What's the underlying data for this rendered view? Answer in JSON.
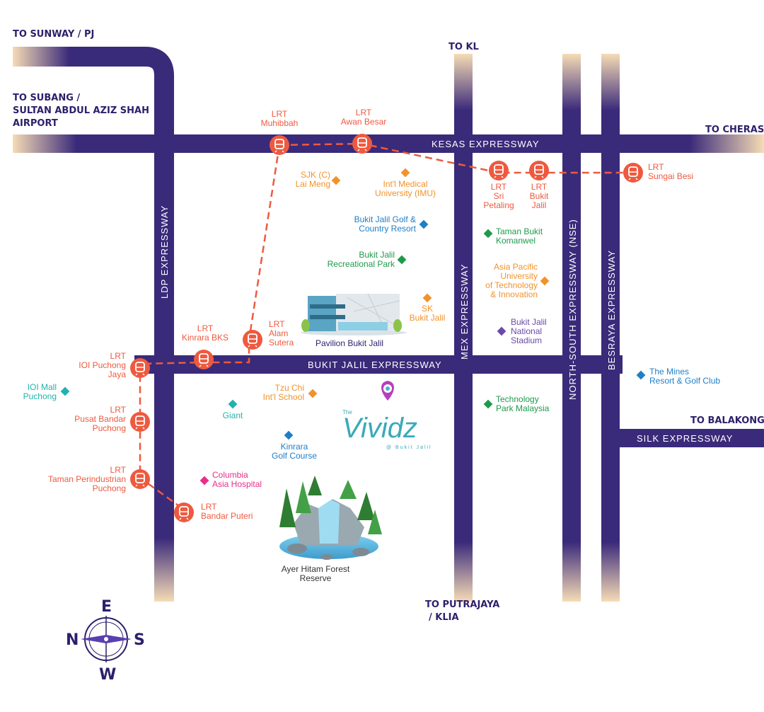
{
  "colors": {
    "road": "#3a2a7a",
    "road_fade": "#f6dcb6",
    "lrt": "#ee5a3f",
    "directions": "#2d1f6b",
    "poi_orange": "#f2922b",
    "poi_blue": "#1f7fc6",
    "poi_green": "#1e9a4b",
    "poi_purple": "#6a4aa8",
    "poi_teal": "#22b2ad",
    "poi_pink": "#e62f8a"
  },
  "directions": {
    "sunway": "TO SUNWAY / PJ",
    "subang_1": "TO SUBANG /",
    "subang_2": "SULTAN ABDUL AZIZ SHAH",
    "subang_3": "AIRPORT",
    "kl": "TO KL",
    "cheras": "TO CHERAS",
    "balakong": "TO BALAKONG",
    "putrajaya_1": "TO PUTRAJAYA",
    "putrajaya_2": "/ KLIA"
  },
  "roads": {
    "kesas": "KESAS EXPRESSWAY",
    "ldp": "LDP EXPRESSWAY",
    "bukit_jalil": "BUKIT JALIL EXPRESSWAY",
    "mex": "MEX EXPRESSWAY",
    "nse": "NORTH-SOUTH EXPRESSWAY (NSE)",
    "besraya": "BESRAYA EXPRESSWAY",
    "silk": "SILK EXPRESSWAY"
  },
  "lrt_stations": [
    {
      "lines": [
        "LRT",
        "Muhibbah"
      ]
    },
    {
      "lines": [
        "LRT",
        "Awan Besar"
      ]
    },
    {
      "lines": [
        "LRT",
        "Sri",
        "Petaling"
      ]
    },
    {
      "lines": [
        "LRT",
        "Bukit",
        "Jalil"
      ]
    },
    {
      "lines": [
        "LRT",
        "Sungai Besi"
      ]
    },
    {
      "lines": [
        "LRT",
        "Alam",
        "Sutera"
      ]
    },
    {
      "lines": [
        "LRT",
        "Kinrara BKS"
      ]
    },
    {
      "lines": [
        "LRT",
        "IOI Puchong",
        "Jaya"
      ]
    },
    {
      "lines": [
        "LRT",
        "Pusat Bandar",
        "Puchong"
      ]
    },
    {
      "lines": [
        "LRT",
        "Taman Perindustrian",
        "Puchong"
      ]
    },
    {
      "lines": [
        "LRT",
        "Bandar Puteri"
      ]
    }
  ],
  "pois": [
    {
      "lines": [
        "SJK (C)",
        "Lai Meng"
      ],
      "color": "#f2922b"
    },
    {
      "lines": [
        "Int'l Medical",
        "University (IMU)"
      ],
      "color": "#f2922b"
    },
    {
      "lines": [
        "Bukit Jalil Golf &",
        "Country Resort"
      ],
      "color": "#1f7fc6"
    },
    {
      "lines": [
        "Taman Bukit",
        "Komanwel"
      ],
      "color": "#1e9a4b"
    },
    {
      "lines": [
        "Bukit Jalil",
        "Recreational Park"
      ],
      "color": "#1e9a4b"
    },
    {
      "lines": [
        "Asia Pacific",
        "University",
        "of Technology",
        "& Innovation"
      ],
      "color": "#f2922b"
    },
    {
      "lines": [
        "SK",
        "Bukit Jalil"
      ],
      "color": "#f2922b"
    },
    {
      "lines": [
        "Bukit Jalil",
        "National",
        "Stadium"
      ],
      "color": "#6a4aa8"
    },
    {
      "lines": [
        "Pavilion Bukit Jalil"
      ],
      "color": "#2d1f6b"
    },
    {
      "lines": [
        "IOI Mall",
        "Puchong"
      ],
      "color": "#22b2ad"
    },
    {
      "lines": [
        "Tzu Chi",
        "Int'l School"
      ],
      "color": "#f2922b"
    },
    {
      "lines": [
        "Giant"
      ],
      "color": "#22b2ad"
    },
    {
      "lines": [
        "Kinrara",
        "Golf Course"
      ],
      "color": "#1f7fc6"
    },
    {
      "lines": [
        "Columbia",
        "Asia Hospital"
      ],
      "color": "#e62f8a"
    },
    {
      "lines": [
        "Technology",
        "Park Malaysia"
      ],
      "color": "#1e9a4b"
    },
    {
      "lines": [
        "The Mines",
        "Resort & Golf Club"
      ],
      "color": "#1f7fc6"
    },
    {
      "lines": [
        "Ayer Hitam Forest",
        "Reserve"
      ],
      "color": "#333333"
    }
  ],
  "logo": {
    "small": "The",
    "main": "Vividz",
    "sub": "@ Bukit Jalil"
  },
  "compass": {
    "north": "N",
    "south": "S",
    "east": "E",
    "west": "W"
  }
}
